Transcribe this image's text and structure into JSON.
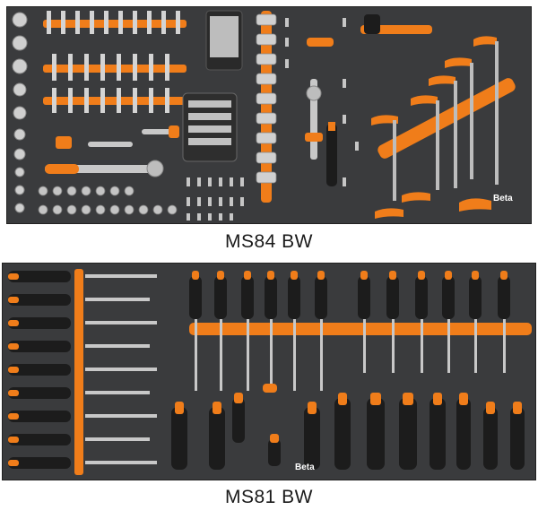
{
  "trays": [
    {
      "caption": "MS84 BW",
      "brand_logo": "Beta"
    },
    {
      "caption": "MS81 BW",
      "brand_logo": "Beta"
    }
  ],
  "colors": {
    "foam": "#3a3b3d",
    "accent_orange": "#f07d1a",
    "handle_black": "#1c1c1c",
    "chrome": "#c9c9c9"
  }
}
